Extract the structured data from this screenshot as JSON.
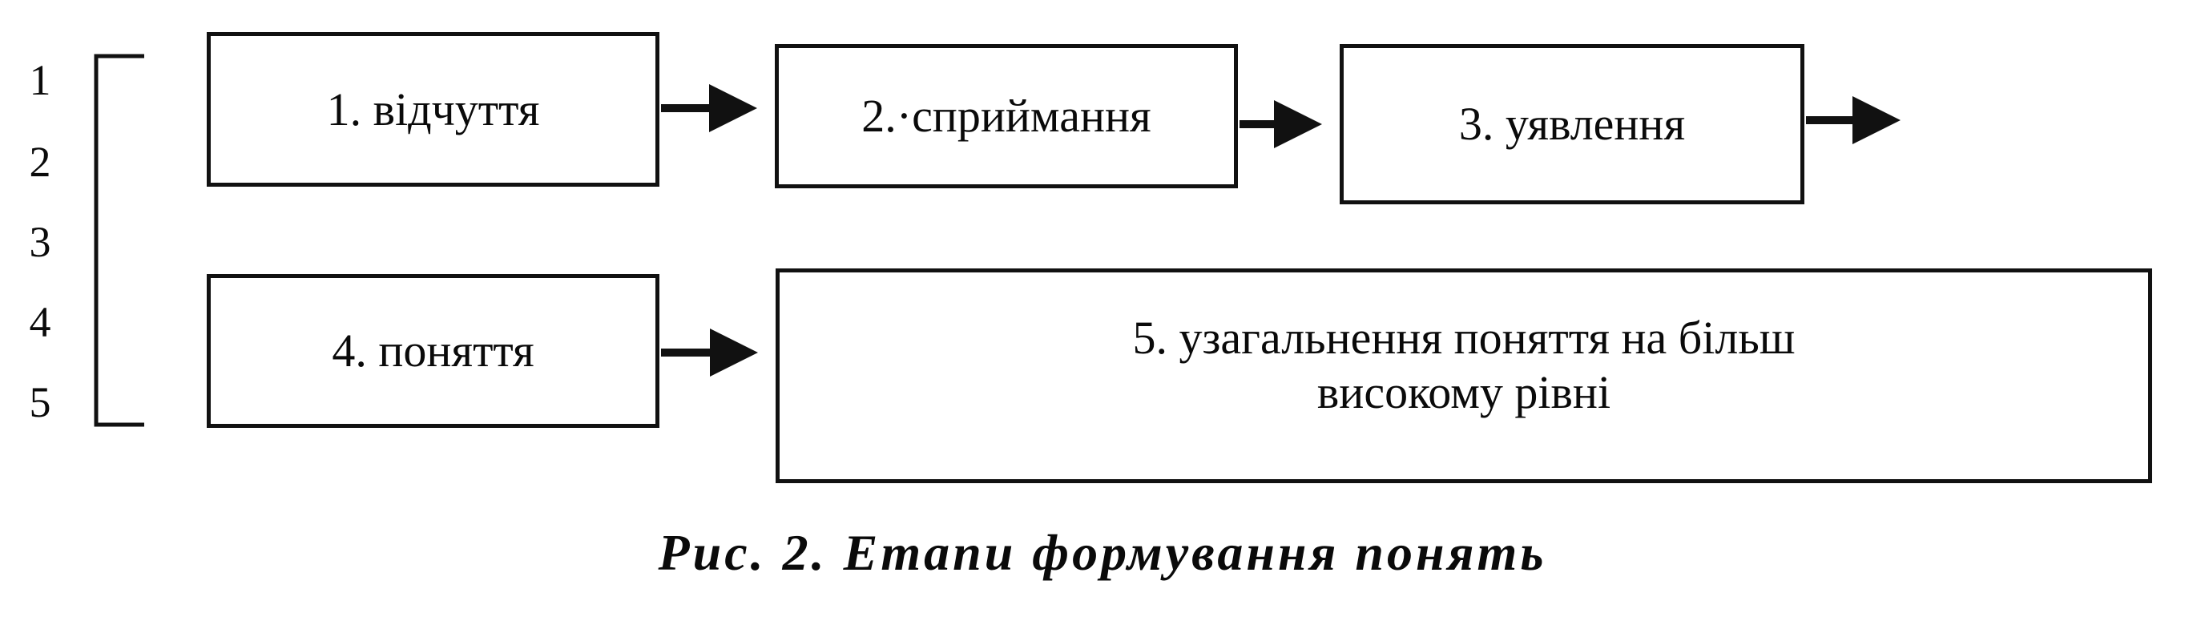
{
  "diagram": {
    "numbers": [
      "1",
      "2",
      "3",
      "4",
      "5"
    ],
    "stages": [
      "1. відчуття",
      "2.·сприймання",
      "3. уявлення",
      "4. поняття",
      "5. узагальнення поняття на більш\nвисокому рівні"
    ]
  },
  "caption": "Рис. 2. Етапи формування понять"
}
